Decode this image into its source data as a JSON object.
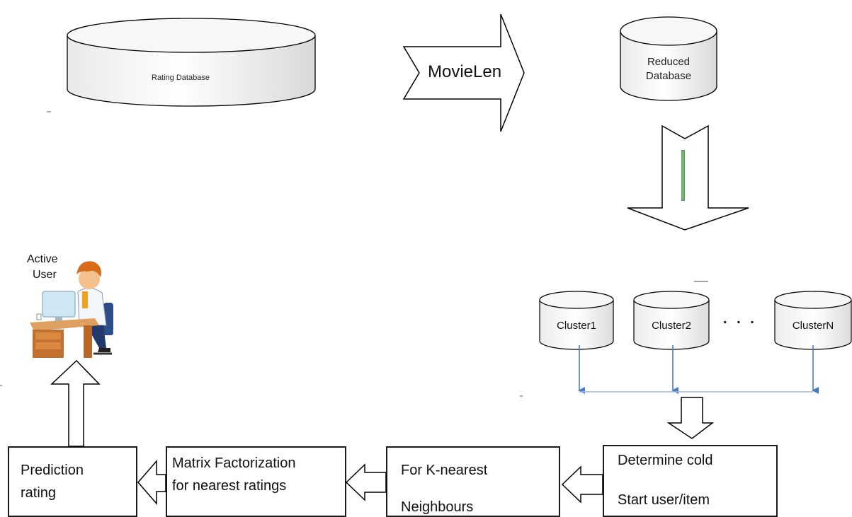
{
  "rating_db": {
    "label": "Rating Database"
  },
  "movielen_arrow": {
    "label": "MovieLen"
  },
  "reduced_db": {
    "line1": "Reduced",
    "line2": "Database"
  },
  "clusters": [
    {
      "label": "Cluster1"
    },
    {
      "label": "Cluster2"
    },
    {
      "label": "ClusterN"
    }
  ],
  "cluster_ellipsis": ". . .",
  "active_user": {
    "line1": "Active",
    "line2": "User"
  },
  "process_boxes": {
    "prediction": {
      "line1": "Prediction",
      "line2": "rating"
    },
    "matrix": {
      "line1": "Matrix Factorization",
      "line2": "for nearest ratings"
    },
    "knearest": {
      "line1": "For K-nearest",
      "line2": "Neighbours"
    },
    "cold": {
      "line1": "Determine cold",
      "line2": "Start user/item"
    }
  },
  "colors": {
    "stroke": "#000000",
    "connector_blue": "#4a7cc4",
    "connector_line": "#9bb8dd"
  }
}
